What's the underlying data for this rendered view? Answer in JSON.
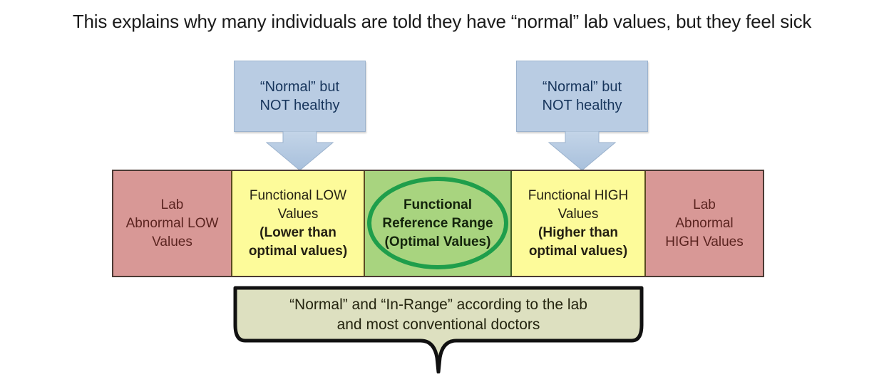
{
  "title": "This explains why many individuals are told they have “normal” lab values, but they feel sick",
  "callouts": [
    {
      "name": "left-callout",
      "text": "“Normal” but\nNOT healthy"
    },
    {
      "name": "right-callout",
      "text": "“Normal” but\nNOT healthy"
    }
  ],
  "bar": {
    "segments": [
      {
        "key": "lab-abnormal-low",
        "color": "#d89896",
        "lines": [
          {
            "text": "Lab",
            "bold": false
          },
          {
            "text": "Abnormal LOW",
            "bold": false
          },
          {
            "text": "Values",
            "bold": false
          }
        ]
      },
      {
        "key": "functional-low",
        "color": "#fdfb9a",
        "lines": [
          {
            "text": "Functional LOW",
            "bold": false
          },
          {
            "text": "Values",
            "bold": false
          },
          {
            "text": "(Lower than",
            "bold": true
          },
          {
            "text": "optimal values)",
            "bold": true
          }
        ]
      },
      {
        "key": "functional-reference-range",
        "color": "#a8d47f",
        "highlight_shape": "ellipse",
        "highlight_color": "#1f9e4b",
        "lines": [
          {
            "text": "Functional",
            "bold": true
          },
          {
            "text": "Reference Range",
            "bold": true
          },
          {
            "text": "(Optimal Values)",
            "bold": true
          }
        ]
      },
      {
        "key": "functional-high",
        "color": "#fdfb9a",
        "lines": [
          {
            "text": "Functional HIGH",
            "bold": false
          },
          {
            "text": "Values",
            "bold": false
          },
          {
            "text": "(Higher than",
            "bold": true
          },
          {
            "text": "optimal values)",
            "bold": true
          }
        ]
      },
      {
        "key": "lab-abnormal-high",
        "color": "#d89896",
        "lines": [
          {
            "text": "Lab",
            "bold": false
          },
          {
            "text": "Abnormal",
            "bold": false
          },
          {
            "text": "HIGH Values",
            "bold": false
          }
        ]
      }
    ]
  },
  "brace": {
    "text": "“Normal” and “In-Range” according to the lab\nand most conventional doctors",
    "fill": "#dde0c0",
    "stroke": "#111111"
  },
  "colors": {
    "callout_fill": "#b9cce3",
    "callout_text": "#17355c",
    "background": "#ffffff"
  }
}
